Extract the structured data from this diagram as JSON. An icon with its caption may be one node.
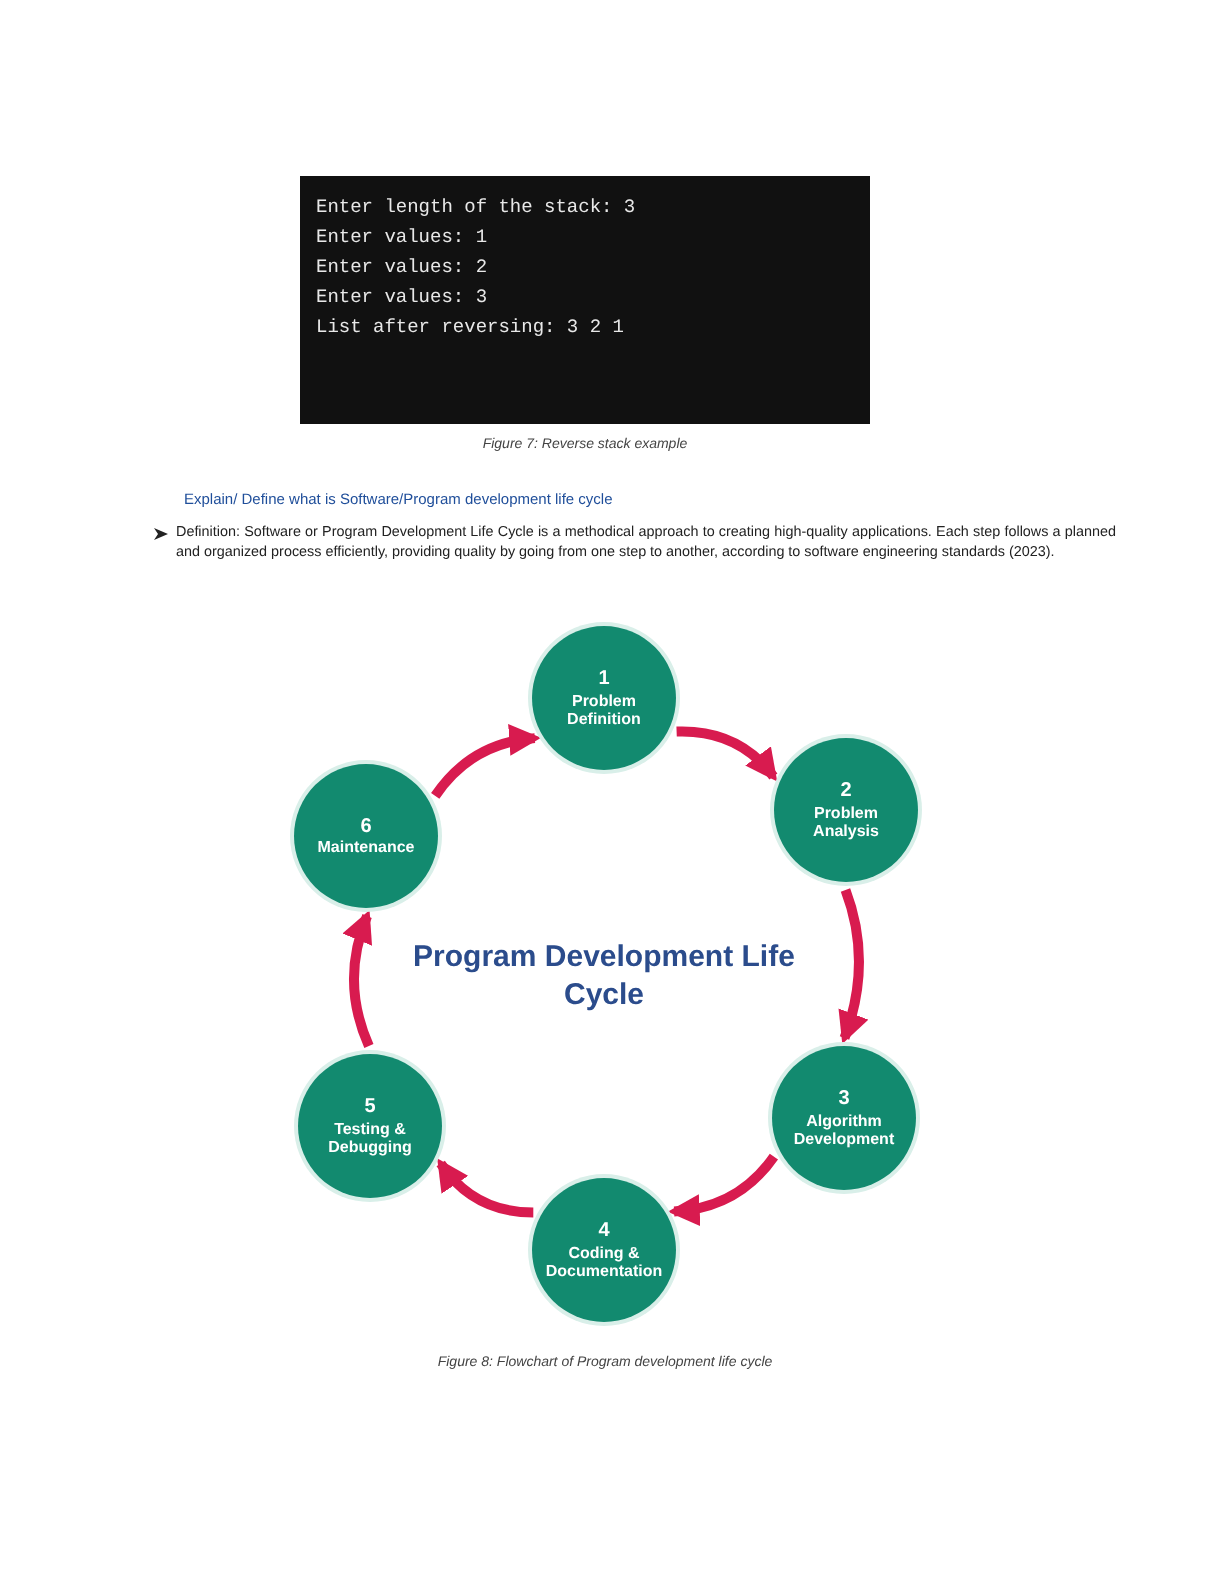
{
  "diagram": {
    "title": "Program Development Life Cycle",
    "caption": "Figure 8: Flowchart of Program development life cycle",
    "nodes": [
      {
        "text": [
          "1",
          "Problem Definition"
        ]
      },
      {
        "text": [
          "2",
          "Problem Analysis"
        ]
      },
      {
        "text": [
          "3",
          "Algorithm Development"
        ]
      },
      {
        "text": [
          "4",
          "Coding & Documentation"
        ]
      },
      {
        "text": [
          "5",
          "Testing & Debugging"
        ]
      },
      {
        "text": [
          "6",
          "Maintenance"
        ]
      }
    ],
    "edges": [
      {
        "from": 0,
        "to": 1,
        "arrow": "to"
      },
      {
        "from": 1,
        "to": 2,
        "arrow": "to"
      },
      {
        "from": 2,
        "to": 3,
        "arrow": "to"
      },
      {
        "from": 3,
        "to": 4,
        "arrow": "to"
      },
      {
        "from": 4,
        "to": 5,
        "arrow": "to"
      },
      {
        "from": 5,
        "to": 0,
        "arrow": "to"
      }
    ],
    "labels": [
      "Enter length of the stack: 3",
      "Enter values: 1",
      "Enter values: 2",
      "Enter values: 3",
      "List after reversing: 3 2 1",
      "Figure 7: Reverse stack example",
      "Explain/ Define what is Software/Program development life cycle",
      "Definition: Software or Program Development Life Cycle is a methodical approach to creating high-quality applications. Each step follows a planned and organized process efficiently, providing quality by going from one step to another, according to software engineering standards (2023)."
    ]
  }
}
